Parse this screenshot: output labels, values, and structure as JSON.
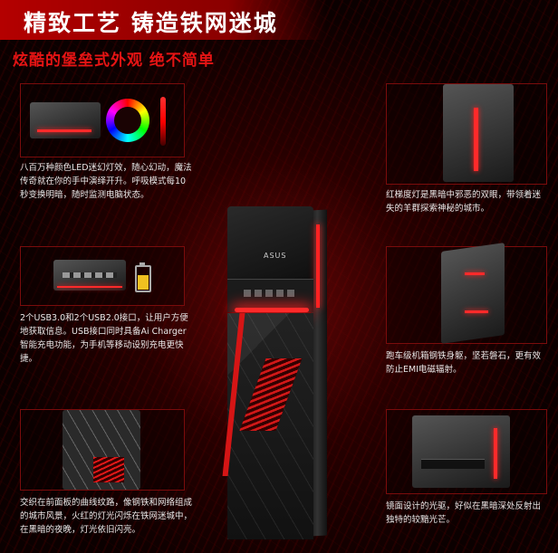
{
  "header": {
    "title": "精致工艺 铸造铁网迷城",
    "subtitle": "炫酷的堡垒式外观 绝不简单"
  },
  "features": [
    {
      "text": "八百万种颜色LED迷幻灯效，随心幻动，魔法传奇就在你的手中演绎开升。呼吸模式每10秒变换明暗，随时监测电脑状态。"
    },
    {
      "text": "2个USB3.0和2个USB2.0接口，让用户方便地获取信息。USB接口同时具备Ai Charger智能充电功能，为手机等移动设别充电更快捷。"
    },
    {
      "text": "交织在前面板的曲线纹路，像钢铁和网络组成的城市风景，火红的灯光闪烁在铁网迷城中，在黑暗的夜晚，灯光依旧闪亮。"
    },
    {
      "text": "红梯度灯是黑暗中邪恶的双眼，带领着迷失的羊群探索神秘的城市。"
    },
    {
      "text": "跑车级机箱钢铁身躯，坚若磐石，更有效防止EMI电磁辐射。"
    },
    {
      "text": "镜面设计的光驱，好似在黑暗深处反射出独特的较黯光芒。"
    }
  ],
  "product": {
    "logo": "ASUS"
  },
  "colors": {
    "accent": "#e61414",
    "panel_border": "#7a0c0c",
    "background": "#0b0000"
  }
}
